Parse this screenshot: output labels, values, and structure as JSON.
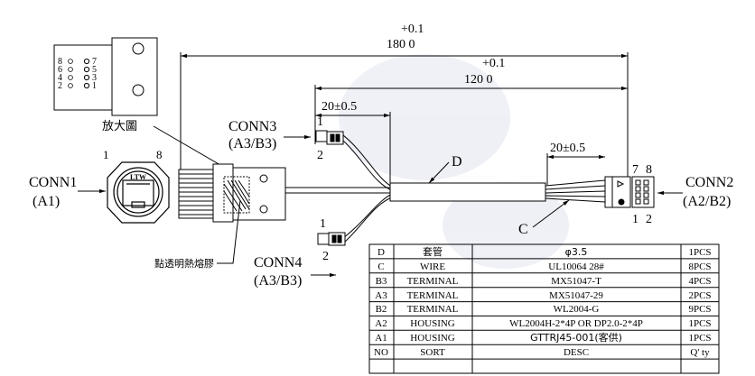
{
  "dimensions": {
    "overall_tol": "+0.1",
    "overall_value": "180 0",
    "inner_tol": "+0.1",
    "inner_value": "120 0",
    "strip_left": "20±0.5",
    "strip_right": "20±0.5"
  },
  "detail": {
    "label": "放大圖",
    "pins_left": [
      "8",
      "6",
      "4",
      "2"
    ],
    "pins_right": [
      "7",
      "5",
      "3",
      "1"
    ]
  },
  "conn1": {
    "name": "CONN1",
    "sub": "(A1)",
    "pin_a": "1",
    "pin_b": "8",
    "logo": "LTW"
  },
  "conn2": {
    "name": "CONN2",
    "sub": "(A2/B2)",
    "pin_tl": "7",
    "pin_tr": "8",
    "pin_bl": "1",
    "pin_br": "2"
  },
  "conn3": {
    "name": "CONN3",
    "sub": "(A3/B3)",
    "pin_a": "1",
    "pin_b": "2"
  },
  "conn4": {
    "name": "CONN4",
    "sub": "(A3/B3)",
    "pin_a": "1",
    "pin_b": "2"
  },
  "callouts": {
    "d": "D",
    "c": "C",
    "glue": "點透明熱熔膠"
  },
  "bom": {
    "rows": [
      {
        "no": "D",
        "sort": "套管",
        "desc": "φ3.5",
        "qty": "1PCS"
      },
      {
        "no": "C",
        "sort": "WIRE",
        "desc": "UL10064 28#",
        "qty": "8PCS"
      },
      {
        "no": "B3",
        "sort": "TERMINAL",
        "desc": "MX51047-T",
        "qty": "4PCS"
      },
      {
        "no": "A3",
        "sort": "TERMINAL",
        "desc": "MX51047-29",
        "qty": "2PCS"
      },
      {
        "no": "B2",
        "sort": "TERMINAL",
        "desc": "WL2004-G",
        "qty": "9PCS"
      },
      {
        "no": "A2",
        "sort": "HOUSING",
        "desc": "WL2004H-2*4P OR DP2.0-2*4P",
        "qty": "1PCS"
      },
      {
        "no": "A1",
        "sort": "HOUSING",
        "desc": "GTTRJ45-001(客供)",
        "qty": "1PCS"
      }
    ],
    "header": {
      "no": "NO",
      "sort": "SORT",
      "desc": "DESC",
      "qty": "Q' ty"
    }
  }
}
